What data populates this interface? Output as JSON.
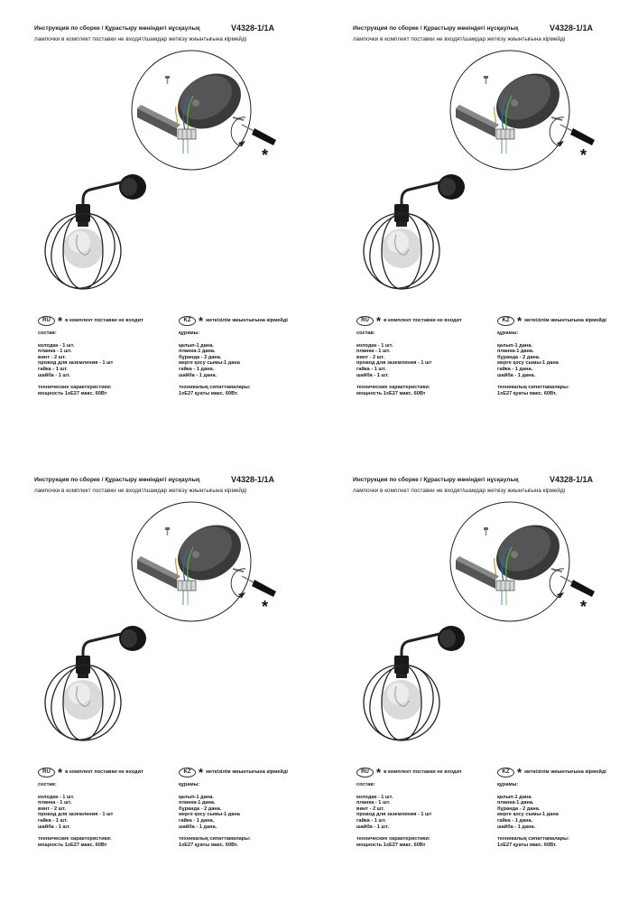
{
  "header": {
    "title": "Инструкция по сборке / Құрастыру жөніндегі нұсқаулық",
    "model": "V4328-1/1A",
    "subtitle": "лампочки в комплект поставки не входят/шамдар жеткізу жиынтығына кірмейді"
  },
  "diagram": {
    "asterisk": "*"
  },
  "ru": {
    "badge": "RU",
    "star": "*",
    "note": "в комплект поставки не входит",
    "title": "состав:",
    "items": [
      "колодка - 1 шт.",
      "планка - 1 шт.",
      "винт - 2 шт.",
      "провод для заземления - 1 шт",
      "гайка - 1 шт.",
      "шайба - 1 шт."
    ],
    "spec_title": "технические характеристики:",
    "spec_value": "мощность 1хЕ27 макс. 60Вт"
  },
  "kz": {
    "badge": "KZ",
    "star": "*",
    "note": "жеткізілім жиынтығына кірмейді",
    "title": "құрамы:",
    "items": [
      "қалып-1 дана.",
      "планка-1 дана.",
      "бұранда - 2 дана.",
      "жерге қосу сымы-1 дана",
      "гайка - 1 дана.",
      "шайба - 1 дана."
    ],
    "spec_title": "техникалық сипаттамалары:",
    "spec_value": "1хЕ27 қуаты макс. 60Вт."
  }
}
